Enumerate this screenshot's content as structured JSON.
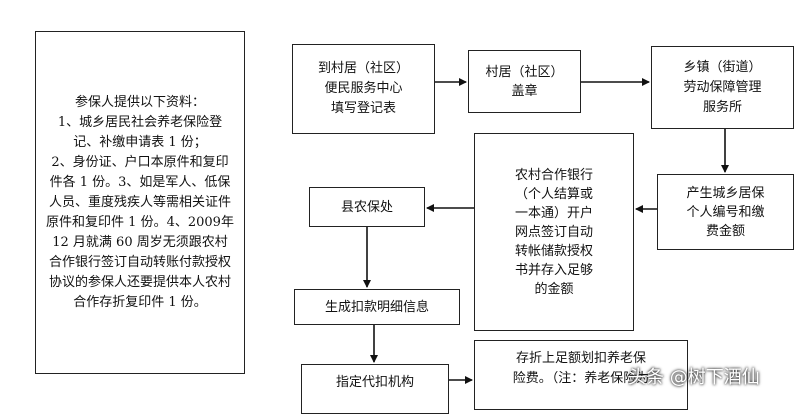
{
  "materials_text": "参保人提供以下资料：\n1、城乡居民社会养老保险登记、补缴申请表 1 份；\n2、身份证、户口本原件和复印件各 1 份。3、如是军人、低保人员、重度残疾人等需相关证件原件和复印件 1 份。4、2009年 12 月就满 60 周岁无须跟农村合作银行签订自动转账付款授权协议的参保人还要提供本人农村合作存折复印件 1 份。",
  "register_text": "到村居（社区）\n便民服务中心\n填写登记表",
  "stamp_text": "村居（社区）\n盖章",
  "township_text": "乡镇（街道）\n劳动保障管理\n服务所",
  "generate_text": "产生城乡居保\n个人编号和缴\n费金额",
  "bank_text": "农村合作银行\n（个人结算或\n一本通）开户\n网点签订自动\n转帐储款授权\n书并存入足够\n的金额",
  "county_text": "县农保处",
  "detail_text": "生成扣款明细信息",
  "agency_text": "指定代扣机构",
  "deposit_text": "存折上足额划扣养老保\n险费。（注：养老保险为",
  "watermark": "头条 @树下酒仙"
}
